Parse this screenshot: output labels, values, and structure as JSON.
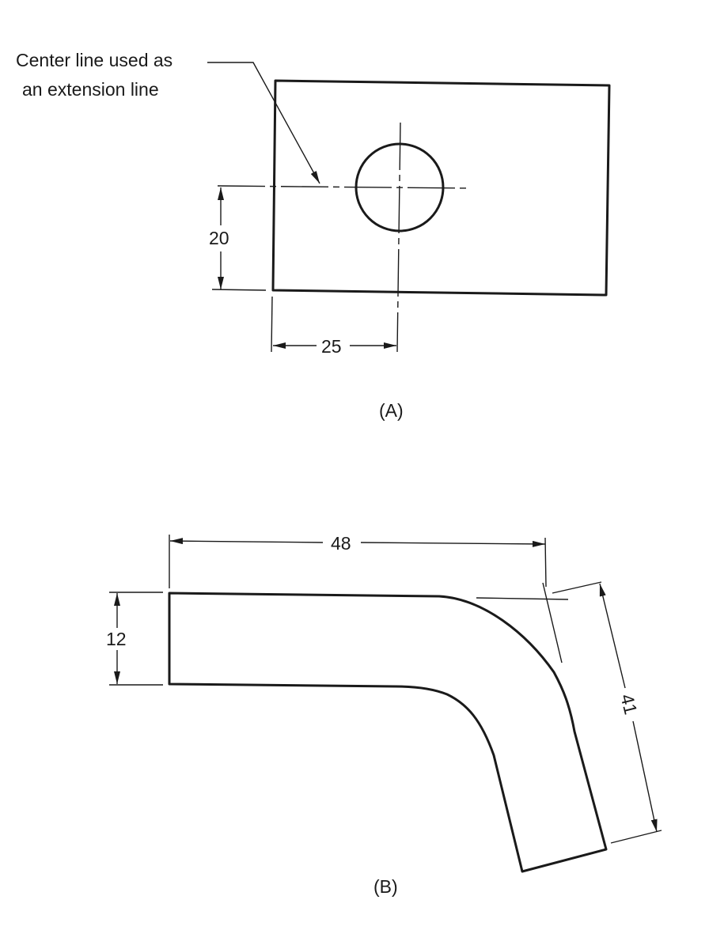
{
  "figure_a": {
    "callout_line1": "Center line used as",
    "callout_line2": "an extension line",
    "dim_vertical": "20",
    "dim_horizontal": "25",
    "caption": "(A)"
  },
  "figure_b": {
    "dim_top": "48",
    "dim_left": "12",
    "dim_slanted": "41",
    "caption": "(B)"
  },
  "colors": {
    "line": "#1a1a1a",
    "background": "#ffffff"
  }
}
